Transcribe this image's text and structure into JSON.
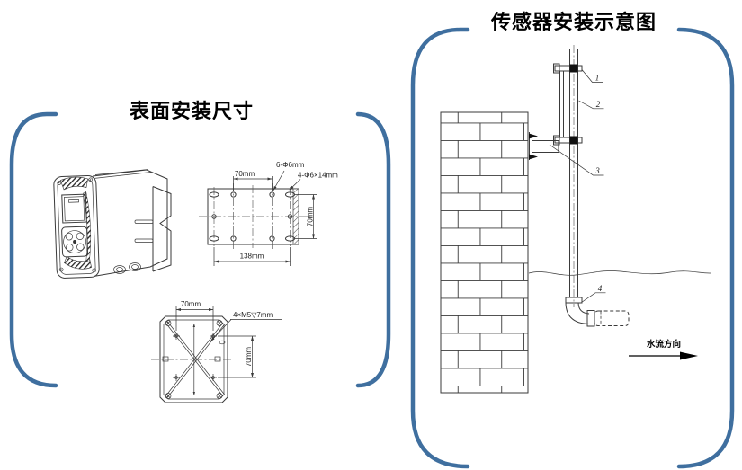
{
  "surface_panel": {
    "title": "表面安装尺寸",
    "plate": {
      "dim_top": "70mm",
      "holes_label": "6-Φ6mm",
      "slots_label": "4-Φ6×14mm",
      "dim_right": "70mm",
      "dim_bottom": "138mm"
    },
    "back_plate": {
      "dim_top": "70mm",
      "thread_label": "4×M5▽7mm",
      "dim_right": "70mm"
    }
  },
  "sensor_panel": {
    "title": "传感器安装示意图",
    "callout_1": "1",
    "callout_2": "2",
    "callout_3": "3",
    "callout_4": "4",
    "flow_direction_label": "水流方向"
  },
  "colors": {
    "frame_blue": "#3f6f9f",
    "line": "#3a3a3a"
  }
}
